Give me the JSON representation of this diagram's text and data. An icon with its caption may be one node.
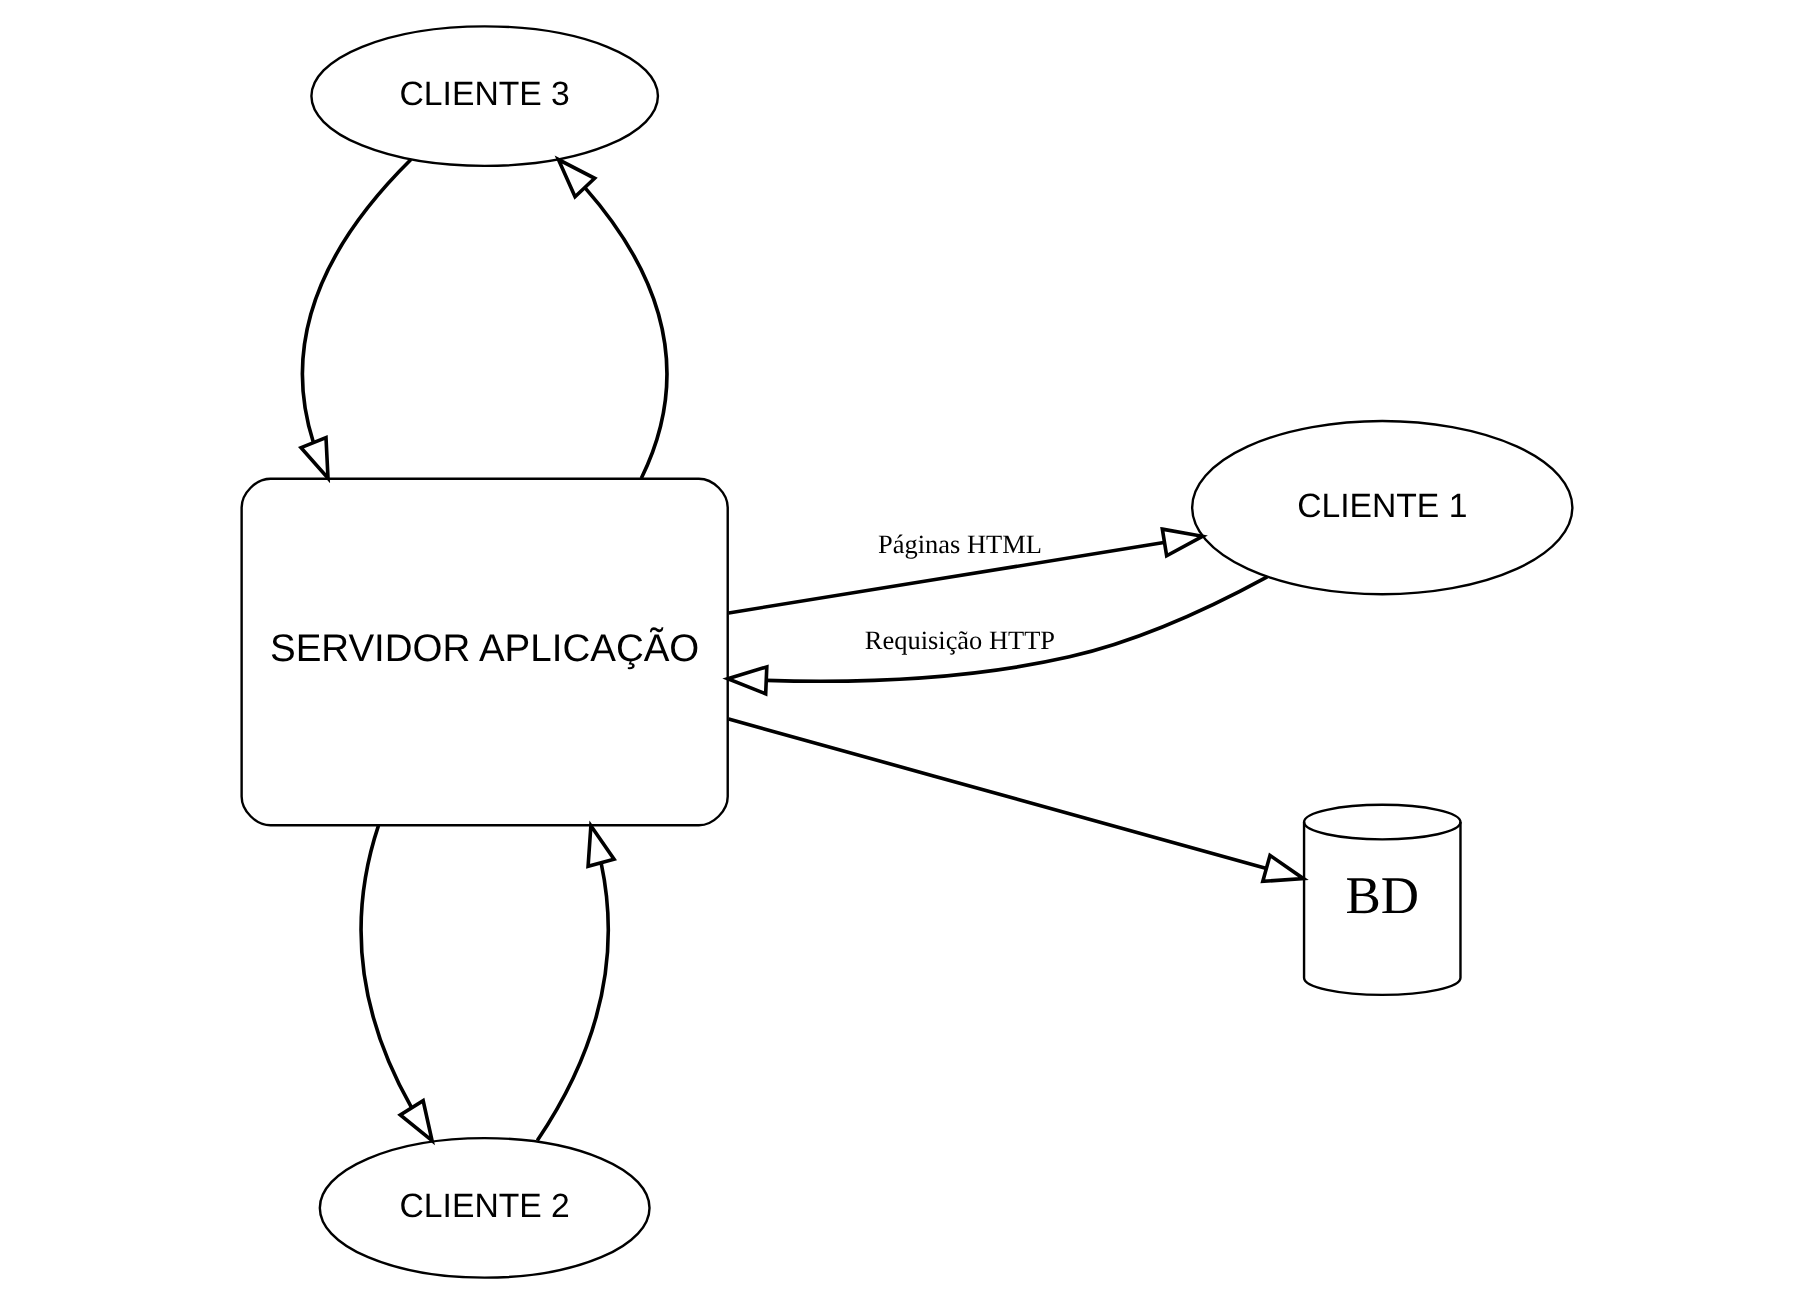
{
  "diagram": {
    "nodes": [
      {
        "text": [
          "CLIENTE 2"
        ]
      },
      {
        "text": [
          "CLIENTE 1"
        ]
      },
      {
        "text": [
          "SERVIDOR APLICAÇÃO"
        ]
      },
      {
        "text": [
          "BD"
        ]
      },
      {
        "text": [
          "CLIENTE 3"
        ]
      }
    ],
    "edges": [
      {
        "from": 1,
        "to": 2,
        "arrow": "to",
        "label": "Requisição HTTP"
      },
      {
        "from": 2,
        "to": 1,
        "arrow": "to",
        "label": "Páginas HTML"
      },
      {
        "from": 0,
        "to": 2,
        "arrow": "to"
      },
      {
        "from": 2,
        "to": 0,
        "arrow": "to"
      },
      {
        "from": 2,
        "to": 3,
        "arrow": "to"
      },
      {
        "from": 2,
        "to": 4,
        "arrow": "to"
      },
      {
        "from": 4,
        "to": 2,
        "arrow": "to"
      }
    ]
  }
}
